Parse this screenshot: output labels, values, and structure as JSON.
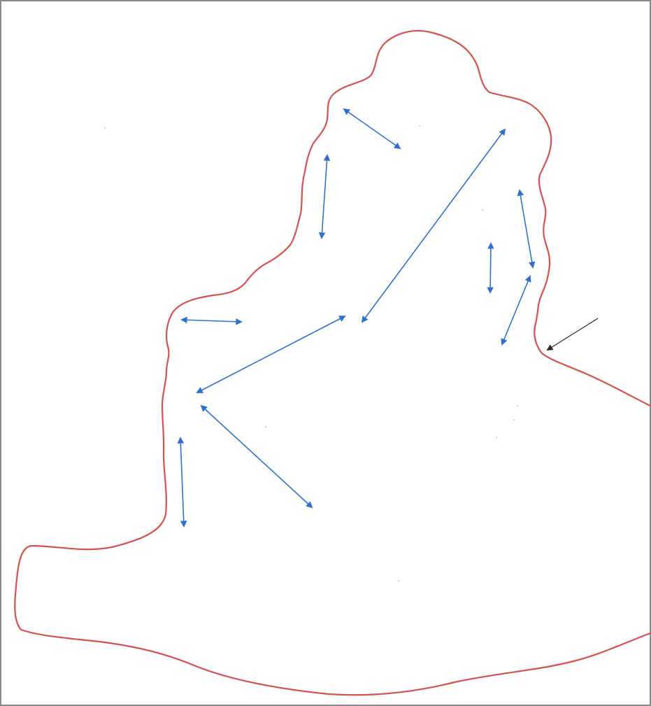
{
  "diagram": {
    "outline_color": "#d6514b",
    "arrow_color": "#2f6fd1",
    "pointer_color": "#2a2a2a",
    "frame_color": "#8a8a8a",
    "arrows": [
      {
        "name": "arrow-top-left-diagonal"
      },
      {
        "name": "arrow-top-vertical"
      },
      {
        "name": "arrow-long-diagonal"
      },
      {
        "name": "arrow-right-vertical-outer"
      },
      {
        "name": "arrow-right-vertical-inner"
      },
      {
        "name": "arrow-right-diagonal"
      },
      {
        "name": "arrow-left-horizontal"
      },
      {
        "name": "arrow-center-diagonal"
      },
      {
        "name": "arrow-lower-diagonal"
      },
      {
        "name": "arrow-left-vertical"
      }
    ],
    "pointer": {
      "name": "pointer-arrow"
    }
  }
}
